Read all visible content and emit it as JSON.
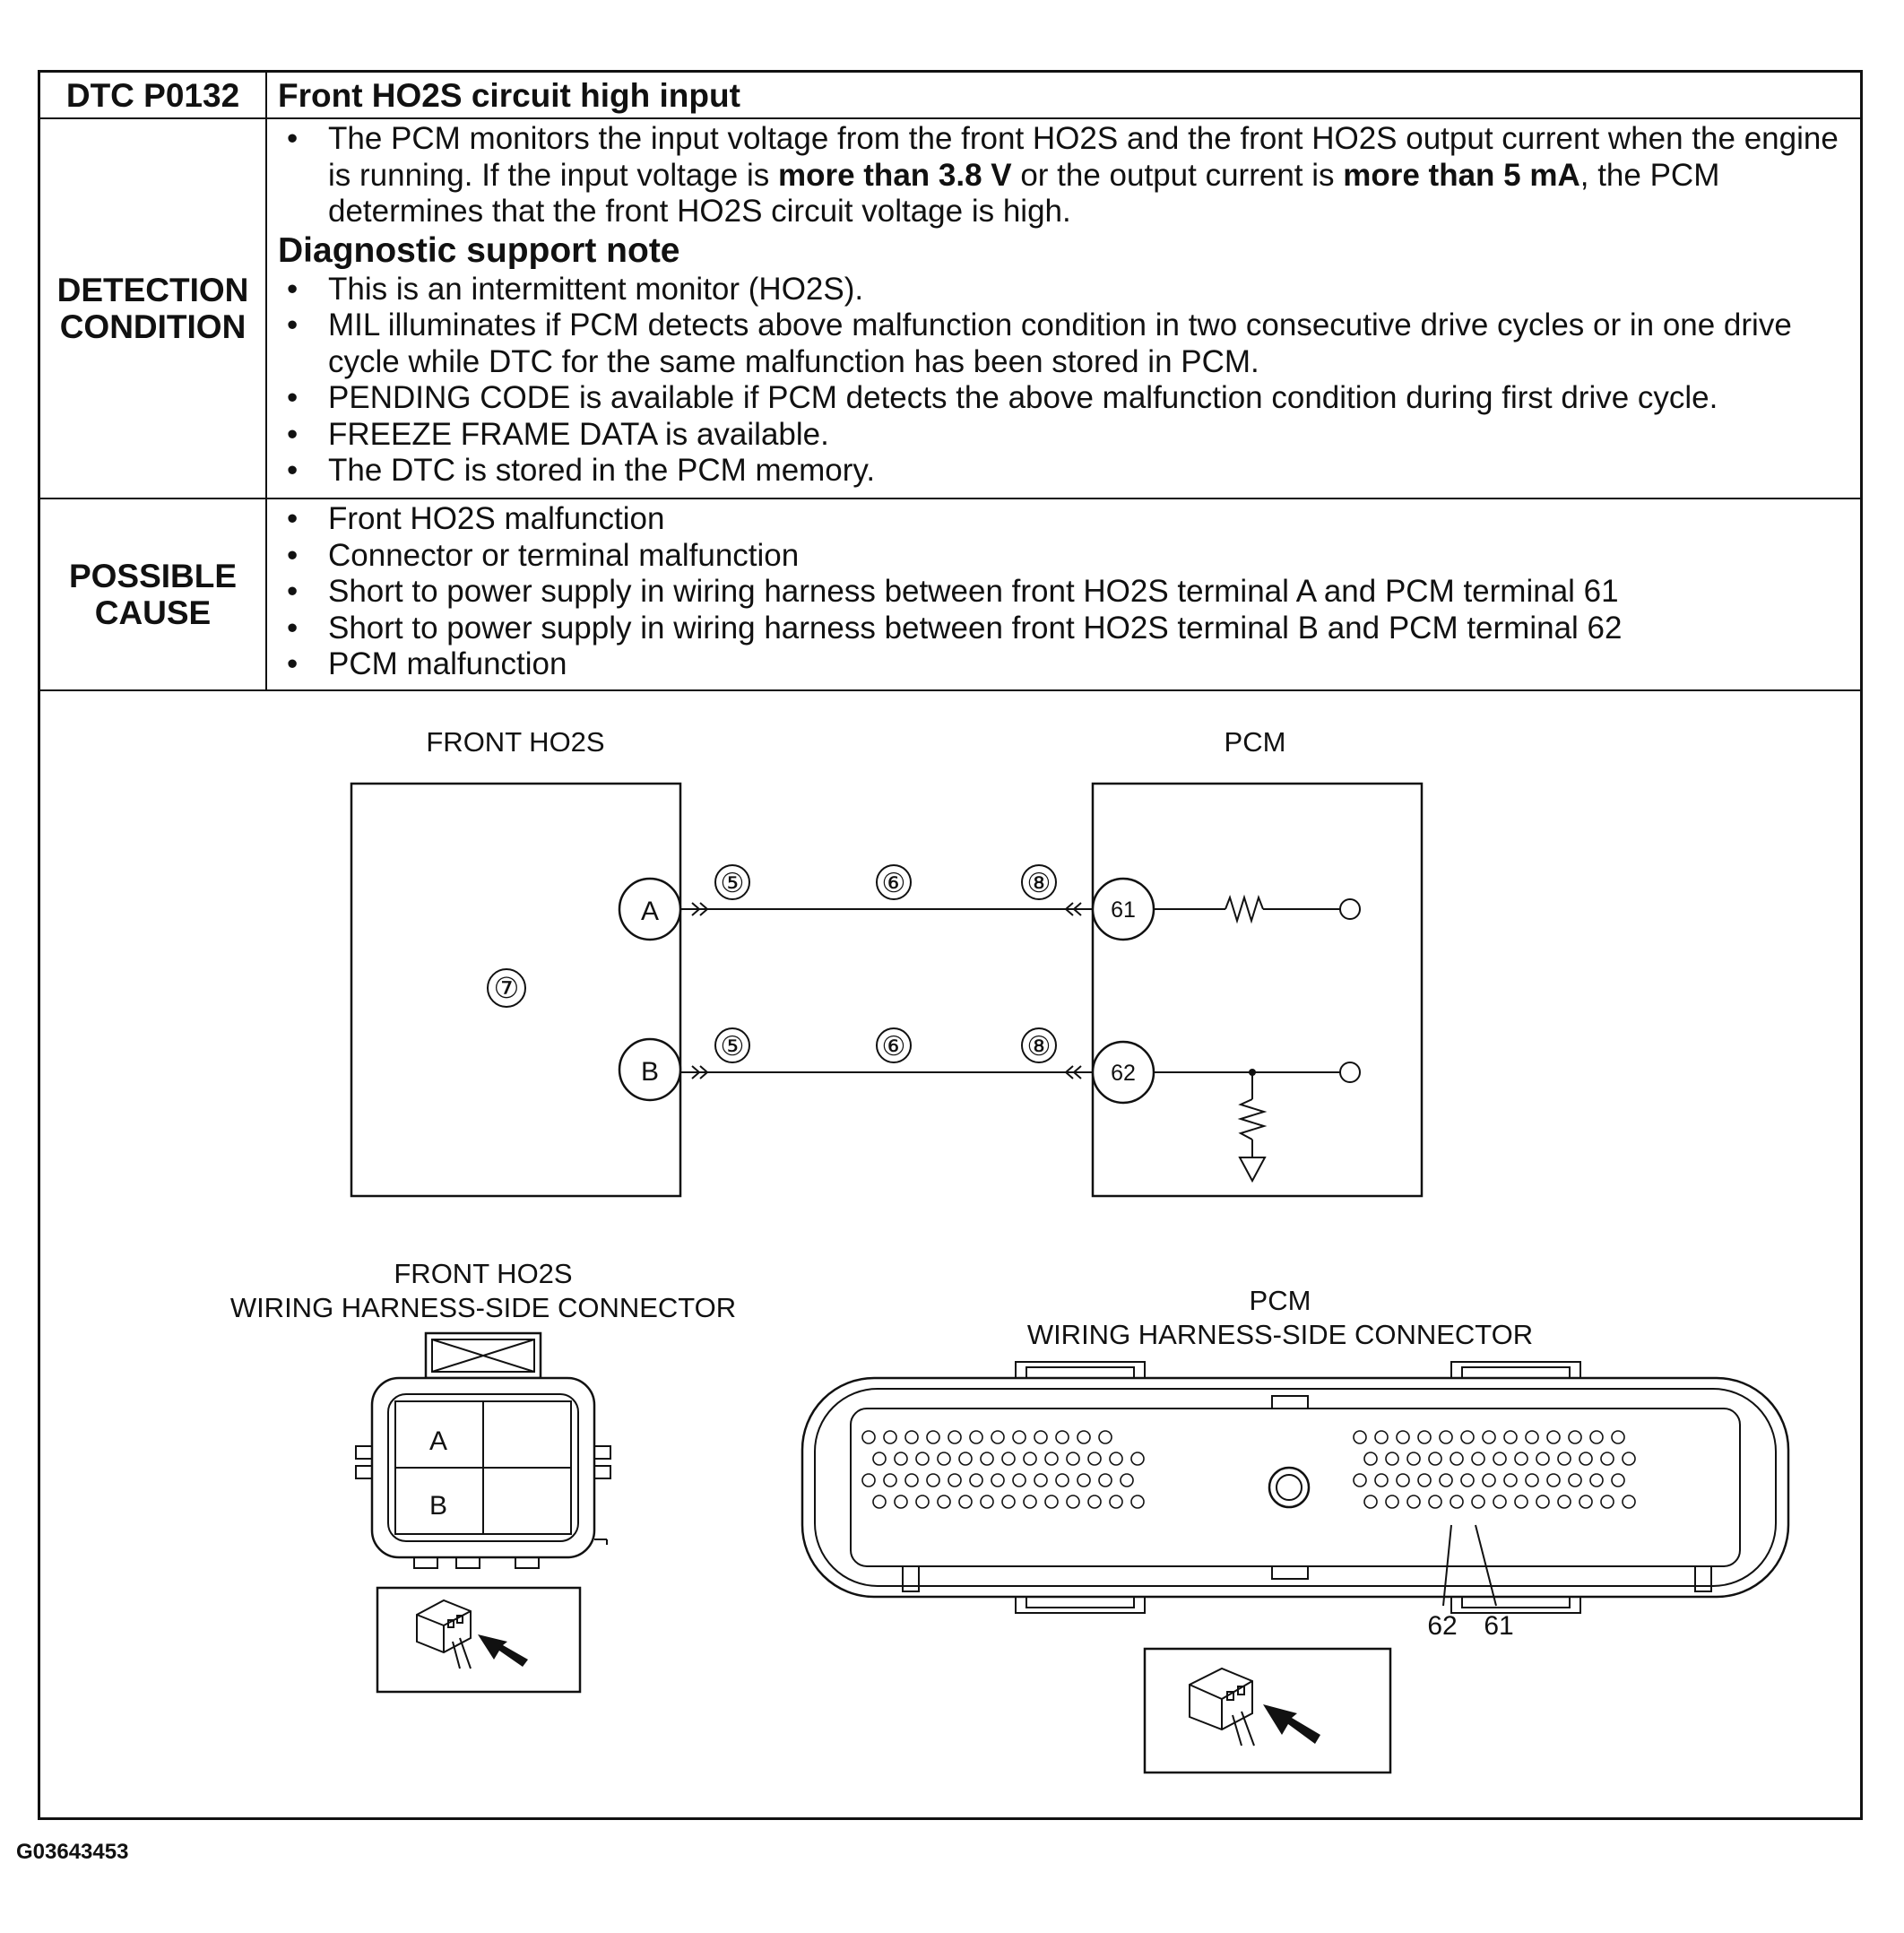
{
  "dtc": {
    "code": "DTC P0132",
    "title": "Front HO2S circuit high input"
  },
  "detection": {
    "label": [
      "DETECTION",
      "CONDITION"
    ],
    "intro_parts": [
      {
        "text": "The PCM monitors the input voltage from the front HO2S and the front HO2S output current when the engine is running. If the input voltage is ",
        "bold": false
      },
      {
        "text": "more than 3.8 V",
        "bold": true
      },
      {
        "text": " or the output current is ",
        "bold": false
      },
      {
        "text": "more than 5 mA",
        "bold": true
      },
      {
        "text": ", the PCM determines that the front HO2S circuit voltage is high.",
        "bold": false
      }
    ],
    "support_heading": "Diagnostic support note",
    "support_items": [
      "This is an intermittent monitor (HO2S).",
      "MIL illuminates if PCM detects above malfunction condition in two consecutive drive cycles or in one drive cycle while DTC for the same malfunction has been stored in PCM.",
      "PENDING CODE is available if PCM detects the above malfunction condition during first drive cycle.",
      "FREEZE FRAME DATA is available.",
      "The DTC is stored in the PCM memory."
    ]
  },
  "cause": {
    "label": [
      "POSSIBLE",
      "CAUSE"
    ],
    "items": [
      "Front HO2S malfunction",
      "Connector or terminal malfunction",
      "Short to power supply in wiring harness between front HO2S terminal A and PCM terminal 61",
      "Short to power supply in wiring harness between front HO2S terminal B and PCM terminal 62",
      "PCM malfunction"
    ]
  },
  "diagram": {
    "sensor_title": "FRONT HO2S",
    "pcm_title": "PCM",
    "sensor_terminals": [
      "A",
      "B"
    ],
    "pcm_terminals": [
      "61",
      "62"
    ],
    "sensor_ref": "⑦",
    "wire_refs": [
      "⑤",
      "⑥",
      "⑧"
    ],
    "sensor_connector_title": [
      "FRONT HO2S",
      "WIRING HARNESS-SIDE CONNECTOR"
    ],
    "pcm_connector_title": [
      "PCM",
      "WIRING HARNESS-SIDE CONNECTOR"
    ],
    "sensor_connector_pins": [
      "A",
      "B"
    ],
    "pcm_pin_callouts": [
      "62",
      "61"
    ]
  },
  "doc_id": "G03643453"
}
